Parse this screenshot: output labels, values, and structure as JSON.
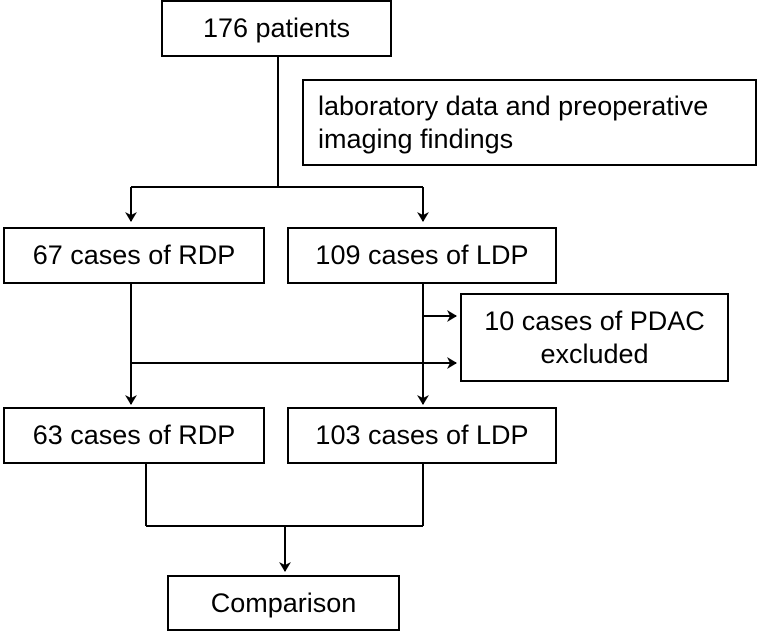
{
  "nodes": {
    "total": "176 patients",
    "note_line1": "laboratory data and preoperative",
    "note_line2": "imaging findings",
    "rdp_initial": "67 cases of RDP",
    "ldp_initial": "109 cases of LDP",
    "excluded_line1": "10 cases of PDAC",
    "excluded_line2": "excluded",
    "rdp_final": "63 cases of RDP",
    "ldp_final": "103 cases of LDP",
    "comparison": "Comparison"
  }
}
